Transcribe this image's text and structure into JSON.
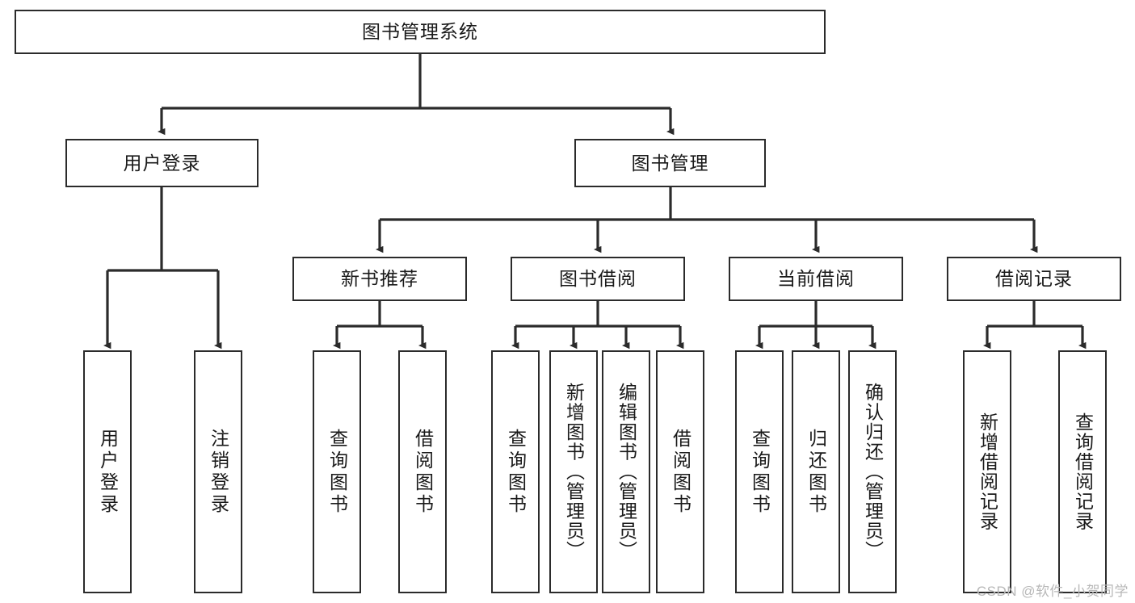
{
  "diagram": {
    "type": "tree-hierarchy",
    "title": "图书管理系统",
    "root": {
      "id": "root",
      "label": "图书管理系统"
    },
    "level2": [
      {
        "id": "user-login",
        "label": "用户登录"
      },
      {
        "id": "book-manage",
        "label": "图书管理"
      }
    ],
    "level3": [
      {
        "id": "new-book-recommend",
        "label": "新书推荐",
        "parent": "book-manage"
      },
      {
        "id": "book-borrow",
        "label": "图书借阅",
        "parent": "book-manage"
      },
      {
        "id": "current-borrow",
        "label": "当前借阅",
        "parent": "book-manage"
      },
      {
        "id": "borrow-record",
        "label": "借阅记录",
        "parent": "book-manage"
      }
    ],
    "leaves": [
      {
        "id": "leaf-user-login",
        "label": "用户登录",
        "parent": "user-login"
      },
      {
        "id": "leaf-logout",
        "label": "注销登录",
        "parent": "user-login"
      },
      {
        "id": "leaf-query-book-1",
        "label": "查询图书",
        "parent": "new-book-recommend"
      },
      {
        "id": "leaf-borrow-book-1",
        "label": "借阅图书",
        "parent": "new-book-recommend"
      },
      {
        "id": "leaf-query-book-2",
        "label": "查询图书",
        "parent": "book-borrow"
      },
      {
        "id": "leaf-add-book",
        "label": "新增图书（管理员）",
        "parent": "book-borrow"
      },
      {
        "id": "leaf-edit-book",
        "label": "编辑图书（管理员）",
        "parent": "book-borrow"
      },
      {
        "id": "leaf-borrow-book-2",
        "label": "借阅图书",
        "parent": "book-borrow"
      },
      {
        "id": "leaf-query-book-3",
        "label": "查询图书",
        "parent": "current-borrow"
      },
      {
        "id": "leaf-return-book",
        "label": "归还图书",
        "parent": "current-borrow"
      },
      {
        "id": "leaf-confirm-return",
        "label": "确认归还（管理员）",
        "parent": "current-borrow"
      },
      {
        "id": "leaf-add-record",
        "label": "新增借阅记录",
        "parent": "borrow-record"
      },
      {
        "id": "leaf-query-record",
        "label": "查询借阅记录",
        "parent": "borrow-record"
      }
    ],
    "colors": {
      "stroke": "#2b2b2b",
      "fill": "#ffffff",
      "text": "#1a1a1a",
      "watermark": "#b8b8b8"
    }
  },
  "watermark": {
    "text": "CSDN @软件_小贺同学"
  }
}
